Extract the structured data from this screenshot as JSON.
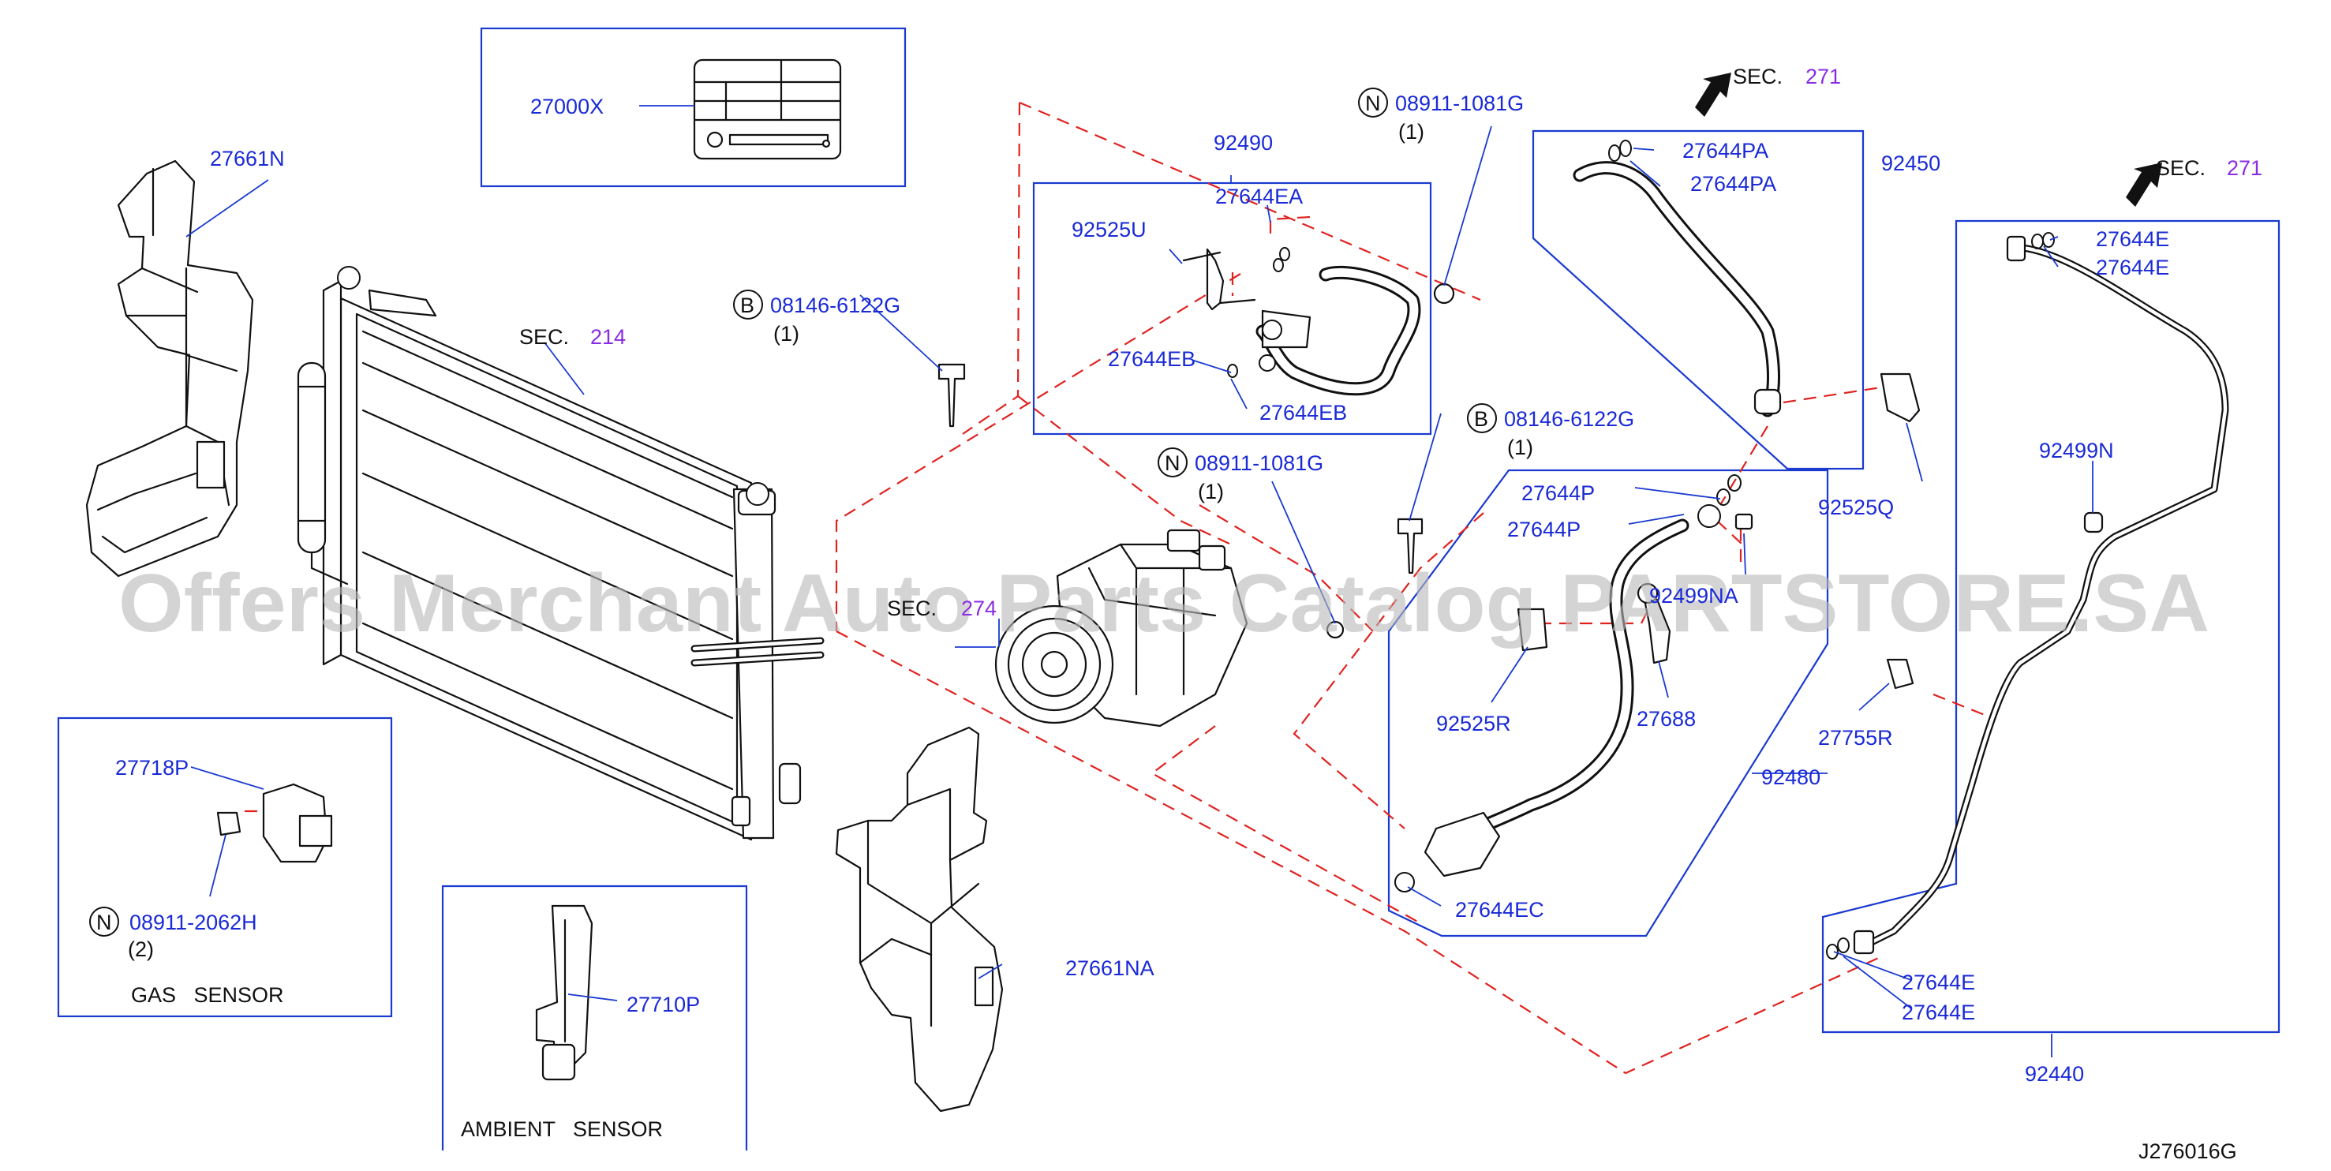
{
  "diagram_id": "J276016G",
  "watermark": "Offers Merchant Auto Parts Catalog PARTSTORE.SA",
  "sections": {
    "sec_label": "SEC.",
    "sec_214": "214",
    "sec_274": "274",
    "sec_271_top": "271",
    "sec_271_right": "271"
  },
  "parts": {
    "p27000X": "27000X",
    "p27661N": "27661N",
    "p27661NA": "27661NA",
    "p92490": "92490",
    "p27644EA": "27644EA",
    "p92525U": "92525U",
    "p27644EB_a": "27644EB",
    "p27644EB_b": "27644EB",
    "p92450": "92450",
    "p27644PA_a": "27644PA",
    "p27644PA_b": "27644PA",
    "p27644E_a": "27644E",
    "p27644E_b": "27644E",
    "p27644E_c": "27644E",
    "p27644E_d": "27644E",
    "p92525Q": "92525Q",
    "p92499N": "92499N",
    "p27644P_a": "27644P",
    "p27644P_b": "27644P",
    "p92499NA": "92499NA",
    "p92525R": "92525R",
    "p27688": "27688",
    "p92480": "92480",
    "p27644EC": "27644EC",
    "p27755R": "27755R",
    "p92440": "92440",
    "p27718P": "27718P",
    "p27710P": "27710P"
  },
  "fasteners": {
    "bolt_top": {
      "badge": "B",
      "number": "08146-6122G",
      "qty": "(1)"
    },
    "bolt_mid": {
      "badge": "B",
      "number": "08146-6122G",
      "qty": "(1)"
    },
    "nut_top": {
      "badge": "N",
      "number": "08911-1081G",
      "qty": "(1)"
    },
    "nut_mid": {
      "badge": "N",
      "number": "08911-1081G",
      "qty": "(1)"
    },
    "nut_gas": {
      "badge": "N",
      "number": "08911-2062H",
      "qty": "(2)"
    }
  },
  "captions": {
    "gas_sensor": "GAS   SENSOR",
    "ambient_sensor": "AMBIENT   SENSOR"
  },
  "colors": {
    "part_number": "#1a2ad6",
    "section_number": "#8a2be2",
    "leader_box": "#1a3ad0",
    "dashed_guide": "#e0231f",
    "drawing": "#111111",
    "watermark": "#b9b9b9"
  }
}
